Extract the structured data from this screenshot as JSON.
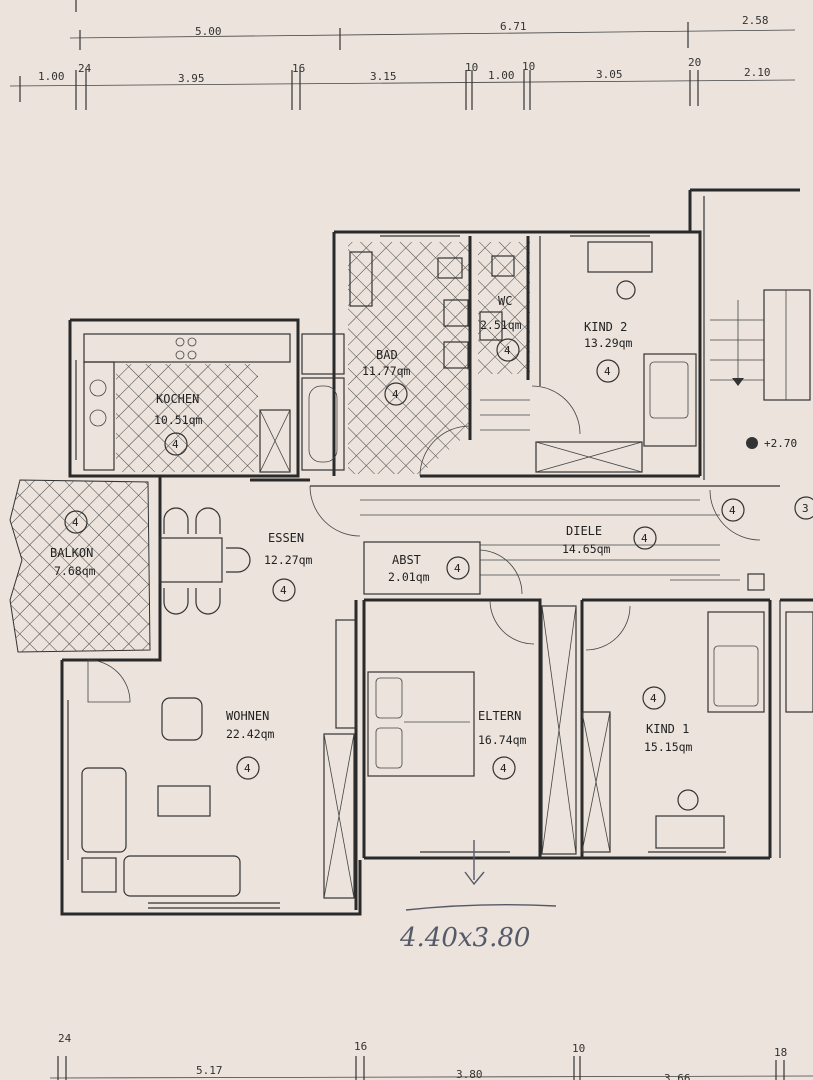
{
  "dimensions": {
    "top_row1": [
      "5.00",
      "6.71",
      "2.58"
    ],
    "top_row2": [
      "1.00",
      "24",
      "3.95",
      "16",
      "3.15",
      "10",
      "1.00",
      "10",
      "3.05",
      "20",
      "2.10"
    ],
    "bottom": [
      "24",
      "5.17",
      "16",
      "3.80",
      "10",
      "3.66",
      "18"
    ]
  },
  "rooms": {
    "kind2": {
      "name": "KIND 2",
      "area": "13.29qm",
      "floor": "4"
    },
    "wc": {
      "name": "WC",
      "area": "2.51qm",
      "floor": "4"
    },
    "bad": {
      "name": "BAD",
      "area": "11.77qm",
      "floor": "4"
    },
    "kochen": {
      "name": "KOCHEN",
      "area": "10.51qm",
      "floor": "4"
    },
    "balkon": {
      "name": "BALKON",
      "area": "7.68qm",
      "floor": "4"
    },
    "essen": {
      "name": "ESSEN",
      "area": "12.27qm",
      "floor": "4"
    },
    "diele": {
      "name": "DIELE",
      "area": "14.65qm",
      "floor": "4"
    },
    "abst": {
      "name": "ABST",
      "area": "2.01qm",
      "floor": "4"
    },
    "wohnen": {
      "name": "WOHNEN",
      "area": "22.42qm",
      "floor": "4"
    },
    "eltern": {
      "name": "ELTERN",
      "area": "16.74qm",
      "floor": "4"
    },
    "kind1": {
      "name": "KIND 1",
      "area": "15.15qm",
      "floor": "4"
    }
  },
  "extras": {
    "level": "+2.70",
    "stair_right_a": "4",
    "stair_right_b": "3",
    "handwritten_note": "4.40x3.80"
  }
}
